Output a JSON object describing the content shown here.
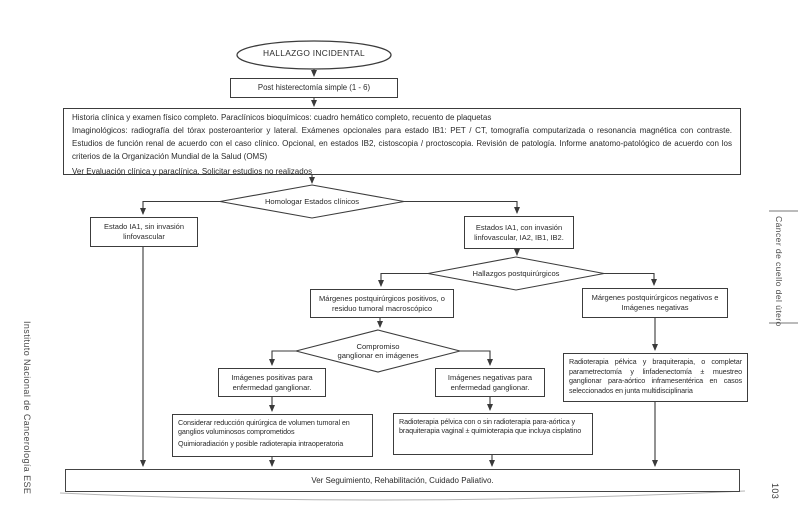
{
  "page": {
    "left_margin_text": "Instituto Nacional de Cancerología ESE",
    "right_margin_text": "Cáncer de cuello del útero",
    "page_number": "103"
  },
  "flowchart": {
    "start_label": "HALLAZGO INCIDENTAL",
    "post_hysterectomy": "Post histerectomía simple (1 - 6)",
    "workup": {
      "line1": "Historia clínica y examen físico completo. Paraclínicos bioquímicos: cuadro hemático completo, recuento de plaquetas",
      "line2": "Imaginológicos: radiografía del tórax posteroanterior y lateral. Exámenes opcionales para estado IB1: PET / CT, tomografía computarizada o resonancia magnética con contraste. Estudios de función renal de acuerdo con el caso clínico. Opcional, en estados IB2, cistoscopia / proctoscopia. Revisión de patología. Informe anatomo-patológico de acuerdo con los criterios de la Organización Mundial de la Salud (OMS)",
      "line3": "Ver Evaluación clínica y paraclínica. Solicitar estudios no realizados"
    },
    "decision_homologar": "Homologar Estados clínicos",
    "stage_no_lvi": "Estado IA1, sin invasión linfovascular",
    "stage_lvi": "Estados IA1, con invasión linfovascular, IA2, IB1, IB2.",
    "decision_postsurgical": "Hallazgos postquirúrgicos",
    "margins_positive": "Márgenes postquirúrgicos positivos, o residuo tumoral macroscópico",
    "margins_negative": "Márgenes postquirúrgicos negativos e Imágenes negativas",
    "decision_nodal_line1": "Compromiso",
    "decision_nodal_line2": "ganglionar en imágenes",
    "images_positive": "Imágenes positivas para enfermedad ganglionar.",
    "images_negative": "Imágenes negativas para enfermedad ganglionar.",
    "rt_complete": "Radioterapia pélvica y braquiterapia, o completar parametrectomía y linfadenectomía ± muestreo ganglionar para-aórtico inframesentérica en casos seleccionados en junta multidisciplinaria",
    "debulking_line1": "Considerar reducción quirúrgica de volumen tumoral en ganglios voluminosos comprometidos",
    "debulking_line2": "Quimioradiación y posible radioterapia intraoperatoria",
    "rt_pelvic": "Radioterapia pélvica con o sin radioterapia para-aórtica y braquiterapia vaginal ± quimioterapia que incluya cisplatino",
    "followup": "Ver Seguimiento, Rehabilitación, Cuidado Paliativo."
  },
  "colors": {
    "line": "#3a3a3a",
    "box_border": "#3c3c3c",
    "text": "#2a2a2a",
    "background": "#ffffff"
  }
}
